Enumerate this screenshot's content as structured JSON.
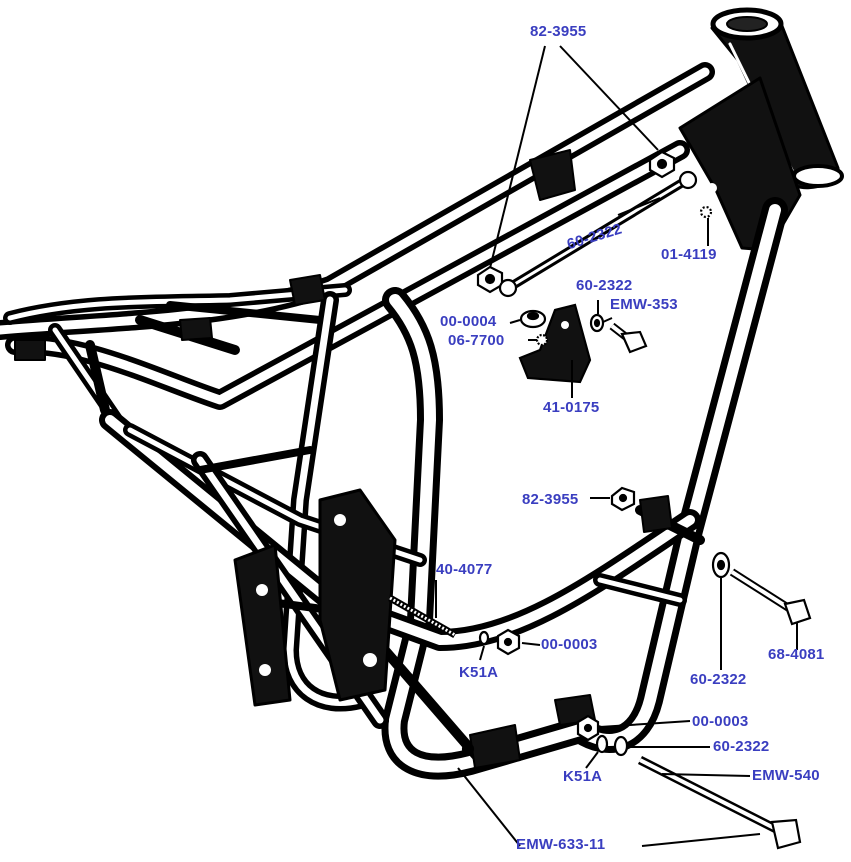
{
  "colors": {
    "label": "#3a3ec0",
    "line": "#000000",
    "background": "#ffffff"
  },
  "labels": {
    "p_82_3955_top": "82-3955",
    "p_60_2322_rod": "60-2322",
    "p_01_4119": "01-4119",
    "p_60_2322_washer": "60-2322",
    "p_emw_353": "EMW-353",
    "p_00_0004": "00-0004",
    "p_06_7700": "06-7700",
    "p_41_0175": "41-0175",
    "p_82_3955_mid": "82-3955",
    "p_40_4077": "40-4077",
    "p_00_0003_mid": "00-0003",
    "p_k51a_mid": "K51A",
    "p_68_4081": "68-4081",
    "p_60_2322_right": "60-2322",
    "p_00_0003_low": "00-0003",
    "p_60_2322_low": "60-2322",
    "p_k51a_low": "K51A",
    "p_emw_540": "EMW-540",
    "p_emw_633_11": "EMW-633-11"
  }
}
